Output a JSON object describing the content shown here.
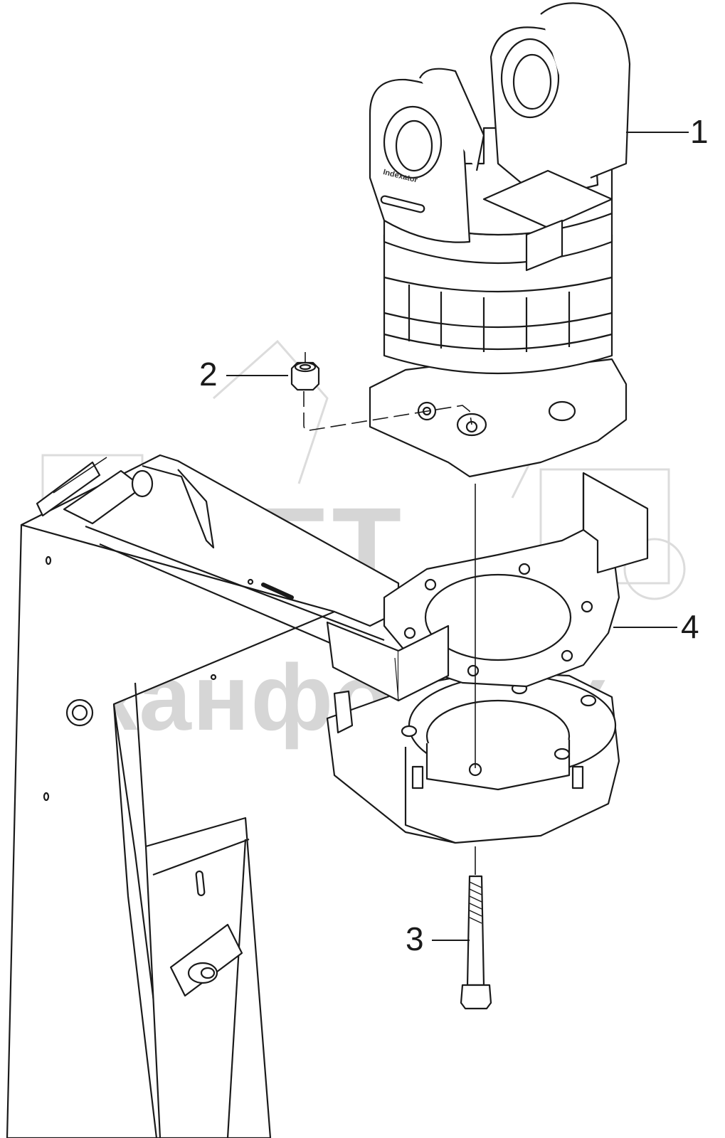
{
  "watermark": {
    "logo_text": "SFT",
    "company_text": "СканфорТек",
    "color": "#d6d6d6"
  },
  "brand_label": "Indexator",
  "callouts": {
    "part_1": "1",
    "part_2": "2",
    "part_3": "3",
    "part_4": "4"
  },
  "colors": {
    "line": "#1a1a1a",
    "fill": "#ffffff"
  }
}
